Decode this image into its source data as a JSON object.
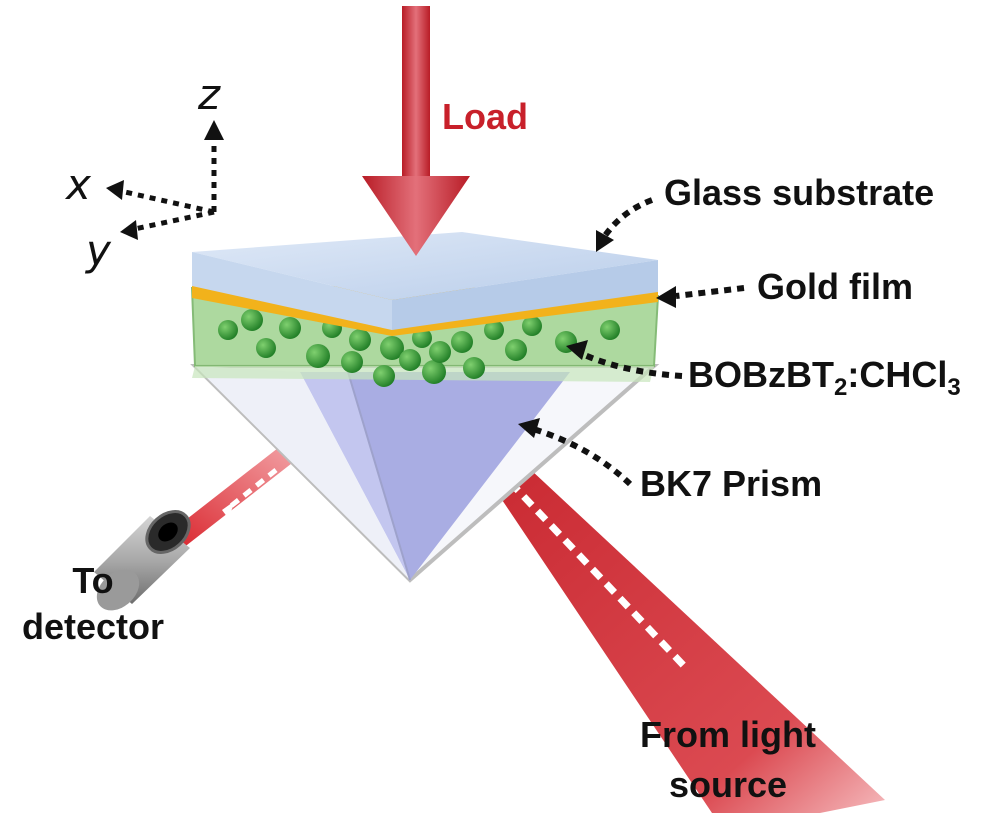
{
  "labels": {
    "load": "Load",
    "glass_substrate": "Glass substrate",
    "gold_film": "Gold film",
    "solvent_base": "BOBzBT",
    "solvent_sub1": "2",
    "solvent_mid": ":CHCl",
    "solvent_sub2": "3",
    "prism": "BK7 Prism",
    "to_detector_line1": "To",
    "to_detector_line2": "detector",
    "from_source_line1": "From light",
    "from_source_line2": "source"
  },
  "axes": {
    "z": "z",
    "x": "x",
    "y": "y"
  },
  "colors": {
    "load_arrow": "#c8202a",
    "laser_beam": "#d6262d",
    "gold_film": "#f2b21b",
    "solution_layer": "#a9d79a",
    "nanoparticles": "#2e9a34",
    "glass": "#c9dcf2",
    "prism": "#aeb3e6"
  }
}
